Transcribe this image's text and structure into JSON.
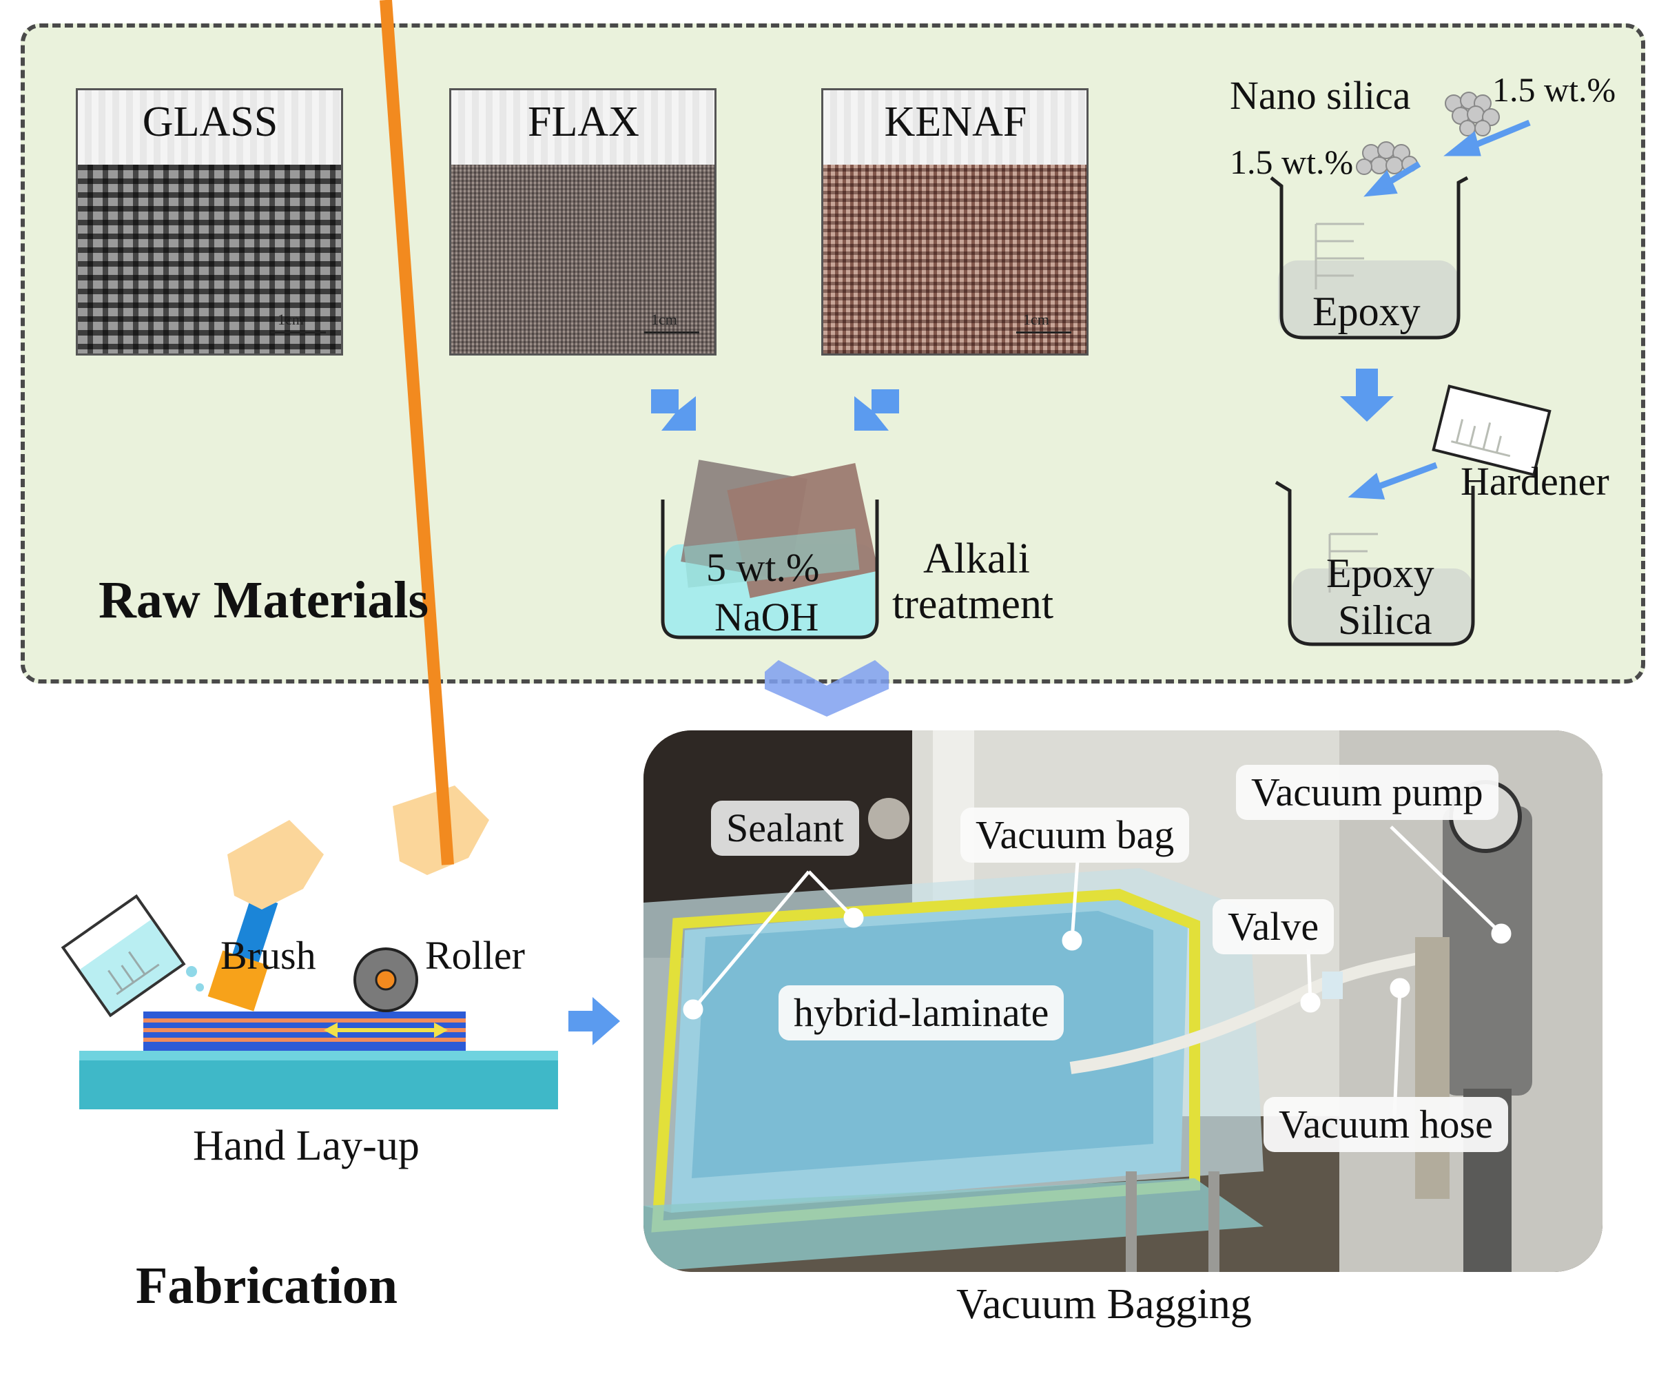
{
  "raw_materials": {
    "title": "Raw Materials",
    "fabrics": [
      {
        "name": "GLASS",
        "scale": "1cm"
      },
      {
        "name": "FLAX",
        "scale": "1cm"
      },
      {
        "name": "KENAF",
        "scale": "1cm"
      }
    ],
    "alkali": {
      "concentration": "5 wt.%",
      "chemical": "NaOH",
      "label_line1": "Alkali",
      "label_line2": "treatment"
    },
    "resin": {
      "nano_silica": "Nano silica",
      "amount_a": "1.5 wt.%",
      "amount_b": "1.5 wt.%",
      "epoxy": "Epoxy",
      "hardener": "Hardener",
      "mix_line1": "Epoxy",
      "mix_line2": "Silica"
    }
  },
  "fabrication": {
    "title": "Fabrication",
    "hand_layup": {
      "brush": "Brush",
      "roller": "Roller",
      "caption": "Hand Lay-up"
    },
    "vacuum_bagging": {
      "caption": "Vacuum Bagging",
      "tags": {
        "sealant": "Sealant",
        "vacuum_bag": "Vacuum bag",
        "vacuum_pump": "Vacuum pump",
        "valve": "Valve",
        "laminate": "hybrid-laminate",
        "hose": "Vacuum hose"
      }
    }
  },
  "colors": {
    "raw_bg": "#eaf2dc",
    "fab_bg": "#fbe1e1",
    "arrow": "#5b9bef",
    "naoh": "#a8ecec",
    "laminate_top": "#2d5bd6",
    "laminate_stripe": "#f28c5b",
    "table": "#3fb8c8",
    "sealant_tape": "#e2e03a"
  }
}
